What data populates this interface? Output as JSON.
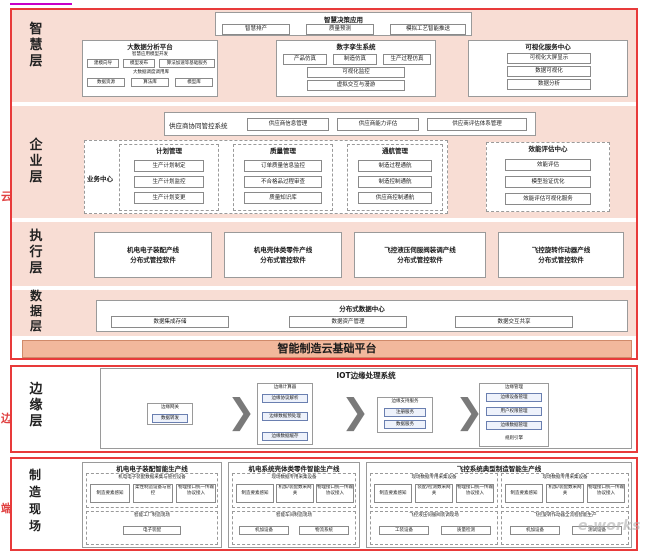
{
  "side_labels": {
    "cloud": "云",
    "edge": "边",
    "end": "端"
  },
  "layers": {
    "smart": "智\n慧\n层",
    "enterprise": "企\n业\n层",
    "execution": "执\n行\n层",
    "data": "数\n据\n层",
    "edge": "边\n缘\n层",
    "manufacturing": "制\n造\n现\n场"
  },
  "smart_apps": {
    "title": "智慧决策应用",
    "items": [
      "智慧排产",
      "质量预测",
      "模拟工艺智能推送"
    ]
  },
  "bigdata": {
    "title": "大数据分析平台",
    "sub": "智慧应用模型开发",
    "row1": [
      "建模向导",
      "模型发布",
      "算法加速等基础服务"
    ],
    "sub2": "大数据调度调用库",
    "row2": [
      "数据资源",
      "算法库",
      "模型库"
    ]
  },
  "twin": {
    "title": "数字孪生系统",
    "row1": [
      "产品仿真",
      "制造仿真",
      "生产过程仿真"
    ],
    "row2": "可视化监控",
    "row3": "虚拟交互与漫游"
  },
  "visual": {
    "title": "可视化服务中心",
    "items": [
      "可视化大屏显示",
      "数据可视化",
      "数据分析"
    ]
  },
  "supplier": {
    "title": "供应商协同管控系统",
    "items": [
      "供应商信息管理",
      "供应商能力评估",
      "供应商评估体系管理"
    ]
  },
  "business": {
    "label": "业务中心",
    "plan": {
      "title": "计划管理",
      "items": [
        "生产计划制定",
        "生产计划监控",
        "生产计划变更"
      ]
    },
    "quality": {
      "title": "质量管理",
      "items": [
        "订单质量信息监控",
        "不合格品过程审查",
        "质量知识库"
      ]
    },
    "logistics": {
      "title": "通航管理",
      "items": [
        "制造过程通航",
        "制造控制通航",
        "供应商控制通航"
      ]
    }
  },
  "efficiency": {
    "title": "效能评估中心",
    "items": [
      "效能评估",
      "模型验证优化",
      "效能评估可视化服务"
    ]
  },
  "execution": [
    {
      "line1": "机电电子装配产线",
      "line2": "分布式管控软件"
    },
    {
      "line1": "机电壳体类零件产线",
      "line2": "分布式管控软件"
    },
    {
      "line1": "飞控液压伺服阀装调产线",
      "line2": "分布式管控软件"
    },
    {
      "line1": "飞控旋转作动器产线",
      "line2": "分布式管控软件"
    }
  ],
  "data_center": {
    "title": "分布式数据中心",
    "items": [
      "数据集成存储",
      "数据资产管理",
      "数据交互共享"
    ]
  },
  "platform": "智能制造云基础平台",
  "iot": {
    "title": "IOT边缘处理系统",
    "gateway": {
      "title": "边缘网关",
      "item": "数据转发"
    },
    "compute": {
      "title": "边缘计算器",
      "items": [
        "边缘协议解析",
        "边缘数据预处理",
        "边缘数据缓存"
      ]
    },
    "support": {
      "title": "边缘支持服务",
      "items": [
        "注册服务",
        "数据服务"
      ]
    },
    "manage": {
      "title": "边缘管理",
      "items": [
        "边缘设备管理",
        "用户权限管理",
        "边缘数据管理",
        "规则引擎"
      ]
    }
  },
  "lines": [
    {
      "title": "机电电子装配智能生产线",
      "sub1": "机电电子装配数据采集与管控设备",
      "row1": [
        "制造要素感知",
        "柔性制造设备与管控",
        "物理接口统一传输协议接入"
      ],
      "sub2": "智能工厂制造现场",
      "row2": [
        "电子装配"
      ]
    },
    {
      "title": "机电系统壳体类零件智能生产线",
      "sub1": "现场数据专用采集设备",
      "row1": [
        "制造要素感知",
        "机加/装配数采网关",
        "物理接口统一传输协议接入"
      ],
      "sub2": "智能车间制造现场",
      "row2": [
        "机加设备",
        "物流系统"
      ]
    },
    {
      "title": "飞控系统典型制造智能生产线",
      "sub1": "现场数据专用采集设备",
      "row1": [
        "制造要素感知",
        "装配/检测数采网关",
        "物理接口统一传输协议接入"
      ],
      "sub2": "飞控液压伺服阀装调现场",
      "row2": [
        "工装设备",
        "质量检测"
      ],
      "sub3": "现场数据专用采集设备",
      "row3": [
        "制造要素感知",
        "机加/装配数采网关",
        "物理接口统一传输协议接入"
      ],
      "sub4": "飞控旋转作动器全流程智能生产",
      "row4": [
        "机加设备",
        "测试设备"
      ]
    }
  ],
  "watermark": "e-works"
}
